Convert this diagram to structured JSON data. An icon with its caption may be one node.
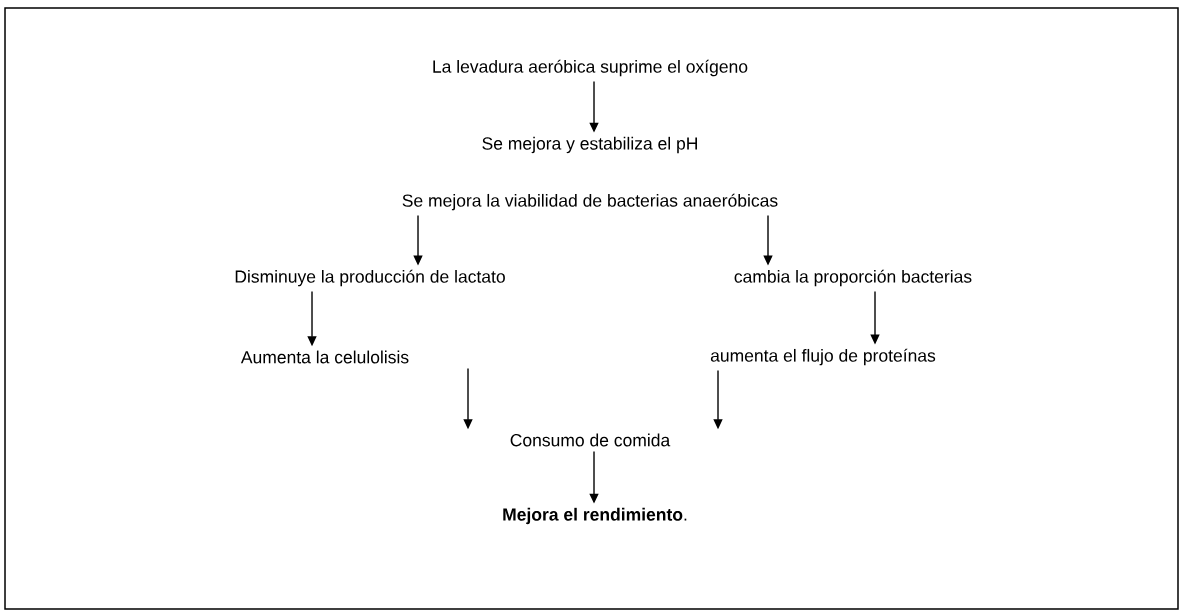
{
  "diagram": {
    "nodes": [
      {
        "text": [
          "La levadura aeróbica suprime el oxígeno"
        ]
      },
      {
        "text": [
          "Se mejora y estabiliza el pH"
        ]
      },
      {
        "text": [
          "Se mejora la viabilidad de bacterias anaeróbicas"
        ]
      },
      {
        "text": [
          "Disminuye la producción de lactato"
        ]
      },
      {
        "text": [
          "cambia la proporción bacterias"
        ]
      },
      {
        "text": [
          "Aumenta la celulolisis"
        ]
      },
      {
        "text": [
          "aumenta el flujo de proteínas"
        ]
      },
      {
        "text": [
          "Consumo de comida"
        ]
      },
      {
        "text": [
          "**Mejora el rendimiento**."
        ]
      }
    ],
    "edges": [
      {
        "from": 0,
        "to": 1,
        "arrow": "to"
      },
      {
        "from": 2,
        "to": 3,
        "arrow": "to"
      },
      {
        "from": 2,
        "to": 4,
        "arrow": "to"
      },
      {
        "from": 3,
        "to": 5,
        "arrow": "to"
      },
      {
        "from": 4,
        "to": 6,
        "arrow": "to"
      },
      {
        "from": 5,
        "to": 7,
        "arrow": "to"
      },
      {
        "from": 6,
        "to": 7,
        "arrow": "to"
      },
      {
        "from": 7,
        "to": 8,
        "arrow": "to"
      }
    ]
  }
}
